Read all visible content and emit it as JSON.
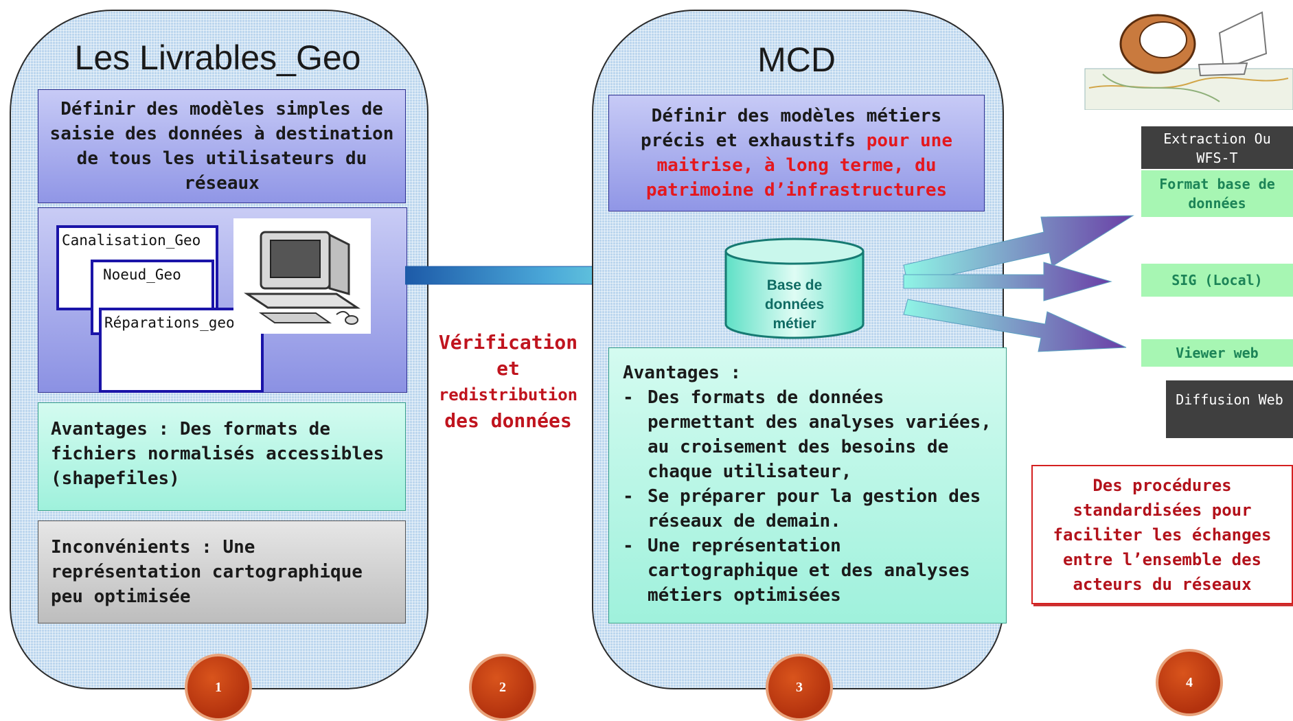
{
  "panel1": {
    "title": "Les Livrables_Geo",
    "definir": "Définir des modèles simples de saisie des données à destination de tous les utilisateurs du réseaux",
    "files": [
      "Canalisation_Geo",
      "Noeud_Geo",
      "Réparations_geo"
    ],
    "avantages": "Avantages :  Des formats de fichiers normalisés accessibles (shapefiles)",
    "inconvenients": "Inconvénients : Une représentation cartographique peu optimisée"
  },
  "middle": {
    "line1": "Vérification",
    "line2": "et",
    "line3": "redistribution",
    "line4": "des données"
  },
  "panel3": {
    "title": "MCD",
    "definir_black": "Définir des modèles métiers précis et exhaustifs",
    "definir_red": "pour une maitrise, à long terme, du patrimoine d’infrastructures",
    "db_label": "Base de données métier",
    "avantages_title": "Avantages :",
    "avantages_items": [
      "Des formats de données permettant des analyses variées, au croisement des besoins de chaque utilisateur,",
      "Se préparer pour la gestion des réseaux de demain.",
      "Une représentation cartographique et des analyses métiers optimisées"
    ]
  },
  "outputs": {
    "extraction": "Extraction Ou WFS-T",
    "format": "Format base de données",
    "sig": "SIG (Local)",
    "viewer": "Viewer web",
    "diffusion": "Diffusion Web"
  },
  "procedures": "Des procédures standardisées pour faciliter les échanges entre l’ensemble des acteurs du réseaux",
  "badges": [
    "1",
    "2",
    "3",
    "4"
  ],
  "colors": {
    "panel_bg": "#bcd6ee",
    "purple_box": "#9096e6",
    "green_box": "#9ff1dc",
    "red_text": "#c0141e",
    "arrow_teal": "#7ff0e0",
    "arrow_purple": "#6b46a8"
  }
}
